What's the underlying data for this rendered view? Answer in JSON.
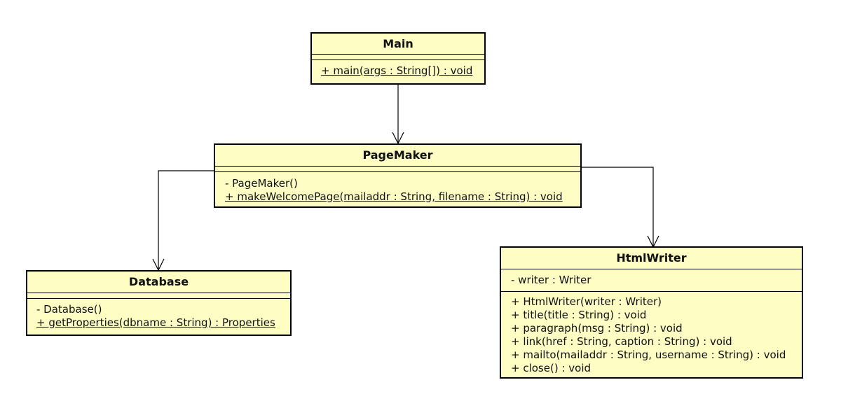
{
  "diagram": {
    "classes": {
      "main": {
        "name": "Main",
        "attributes": [],
        "operations": [
          {
            "text": "+ main(args : String[]) : void",
            "static": true
          }
        ]
      },
      "pagemaker": {
        "name": "PageMaker",
        "attributes": [],
        "operations": [
          {
            "text": "- PageMaker()",
            "static": false
          },
          {
            "text": "+ makeWelcomePage(mailaddr : String, filename : String) : void",
            "static": true
          }
        ]
      },
      "database": {
        "name": "Database",
        "attributes": [],
        "operations": [
          {
            "text": "- Database()",
            "static": false
          },
          {
            "text": "+ getProperties(dbname : String) : Properties",
            "static": true
          }
        ]
      },
      "htmlwriter": {
        "name": "HtmlWriter",
        "attributes": [
          {
            "text": "- writer : Writer",
            "static": false
          }
        ],
        "operations": [
          {
            "text": "+ HtmlWriter(writer : Writer)",
            "static": false
          },
          {
            "text": "+ title(title : String) : void",
            "static": false
          },
          {
            "text": "+ paragraph(msg : String) : void",
            "static": false
          },
          {
            "text": "+ link(href : String, caption : String) : void",
            "static": false
          },
          {
            "text": "+ mailto(mailaddr : String, username : String) : void",
            "static": false
          },
          {
            "text": "+ close() : void",
            "static": false
          }
        ]
      }
    },
    "associations": [
      {
        "from": "main",
        "to": "pagemaker",
        "kind": "navigable-association"
      },
      {
        "from": "pagemaker",
        "to": "database",
        "kind": "navigable-association"
      },
      {
        "from": "pagemaker",
        "to": "htmlwriter",
        "kind": "navigable-association"
      }
    ]
  }
}
